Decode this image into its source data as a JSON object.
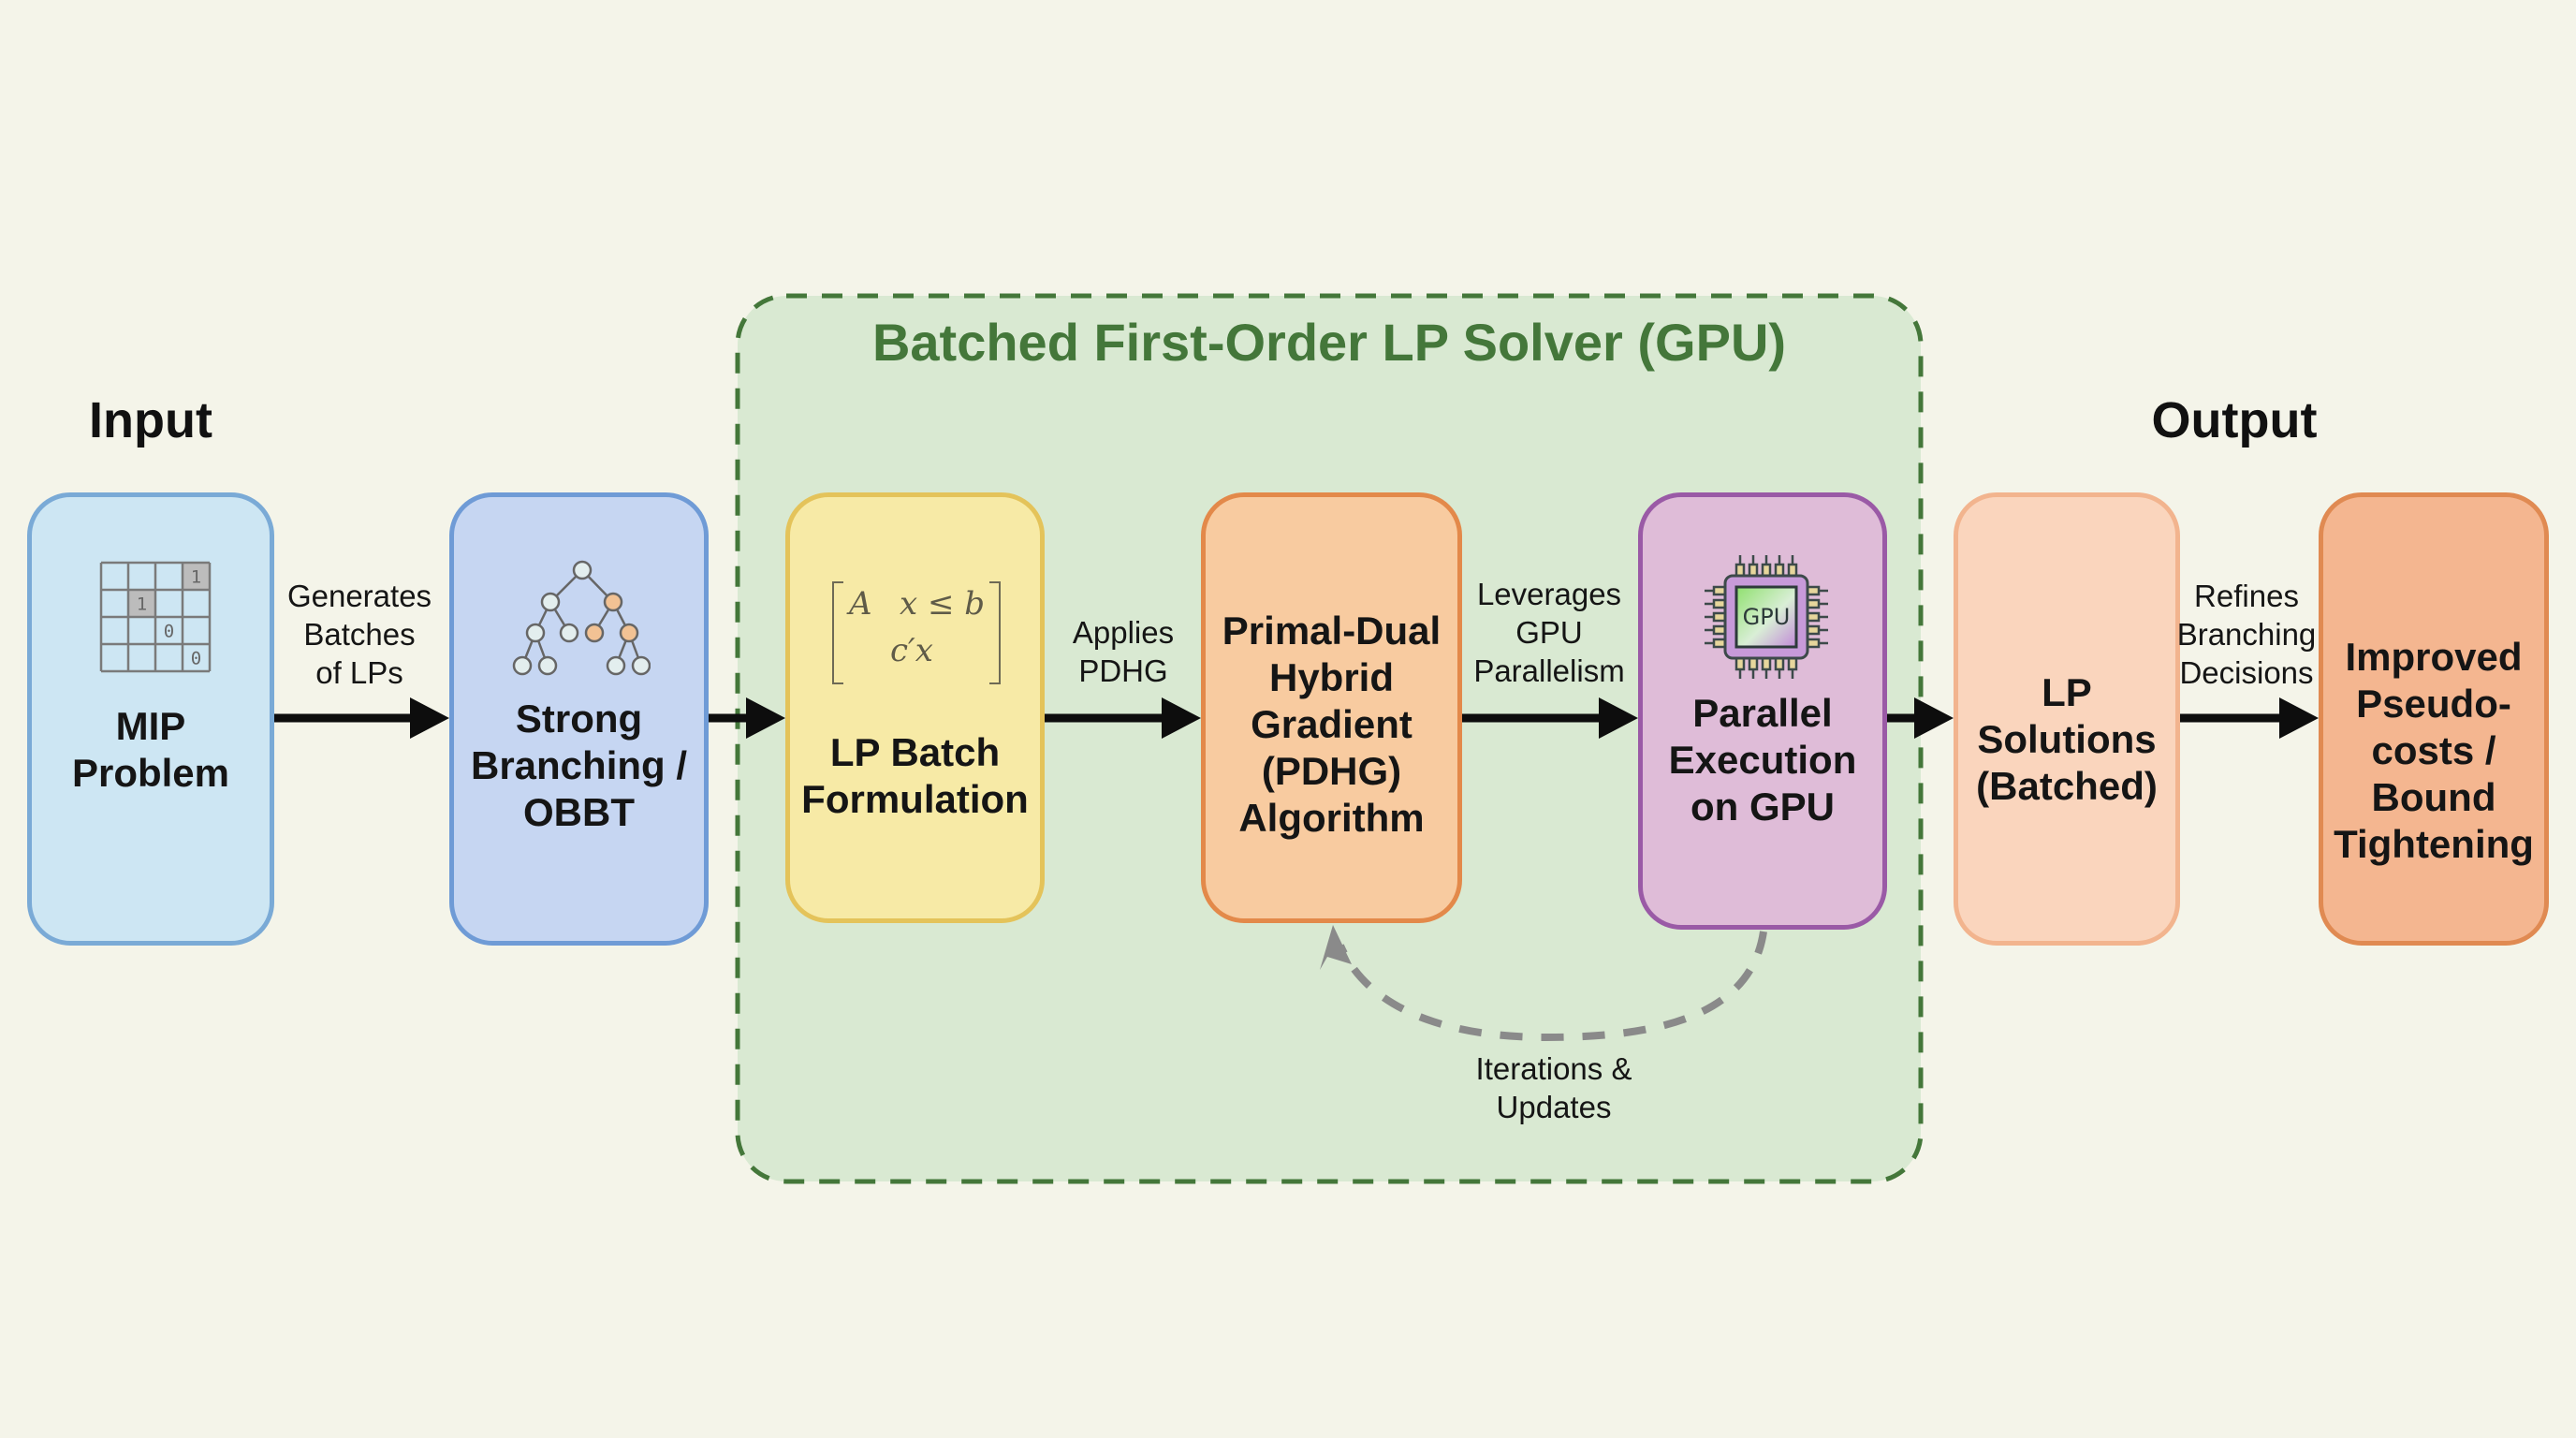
{
  "labels": {
    "input": "Input",
    "output": "Output",
    "container_title": "Batched First-Order LP Solver (GPU)"
  },
  "nodes": [
    {
      "id": "mip",
      "text": "MIP\nProblem",
      "icon": "matrix-grid-icon",
      "fill": "#cde6f3",
      "stroke": "#7aaad6"
    },
    {
      "id": "strong",
      "text": "Strong\nBranching /\nOBBT",
      "icon": "tree-icon",
      "fill": "#c6d6f2",
      "stroke": "#6f9bd6"
    },
    {
      "id": "lpbatch",
      "text": "LP Batch\nFormulation",
      "icon": "formula-icon",
      "fill": "#f7eaa6",
      "stroke": "#e4c35a"
    },
    {
      "id": "pdhg",
      "text": "Primal-Dual\nHybrid\nGradient\n(PDHG)\nAlgorithm",
      "fill": "#f8cba0",
      "stroke": "#e3894a"
    },
    {
      "id": "parallel",
      "text": "Parallel\nExecution\non GPU",
      "icon": "gpu-chip-icon",
      "fill": "#dfbcd8",
      "stroke": "#9a5aa6"
    },
    {
      "id": "lpsol",
      "text": "LP\nSolutions\n(Batched)",
      "fill": "#fad5bd",
      "stroke": "#f2b48e"
    },
    {
      "id": "improved",
      "text": "Improved\nPseudo-\ncosts /\nBound\nTightening",
      "fill": "#f4b690",
      "stroke": "#e08a52"
    }
  ],
  "edges": [
    {
      "from": "mip",
      "to": "strong",
      "label": "Generates\nBatches\nof LPs"
    },
    {
      "from": "strong",
      "to": "lpbatch",
      "label": ""
    },
    {
      "from": "lpbatch",
      "to": "pdhg",
      "label": "Applies\nPDHG"
    },
    {
      "from": "pdhg",
      "to": "parallel",
      "label": "Leverages\nGPU\nParallelism"
    },
    {
      "from": "parallel",
      "to": "lpsol",
      "label": ""
    },
    {
      "from": "lpsol",
      "to": "improved",
      "label": "Refines\nBranching\nDecisions"
    },
    {
      "from": "parallel",
      "to": "pdhg",
      "label": "Iterations &\nUpdates",
      "style": "dashed-feedback"
    }
  ],
  "icons": {
    "matrix": {
      "rows": 4,
      "cols": 4,
      "cells": [
        {
          "row": 0,
          "col": 3,
          "value": "1",
          "shaded": true
        },
        {
          "row": 1,
          "col": 1,
          "value": "1",
          "shaded": true
        },
        {
          "row": 2,
          "col": 2,
          "value": "0",
          "shaded": false
        },
        {
          "row": 3,
          "col": 3,
          "value": "0",
          "shaded": false
        }
      ]
    },
    "formula": {
      "line1_left": "A",
      "line1_right": "x ≤ b",
      "line2": "c′x"
    },
    "gpu_chip": {
      "label": "GPU"
    }
  },
  "colors": {
    "background": "#f4f4e9",
    "container_fill": "#d9e9d2",
    "container_border": "#44773a",
    "arrow": "#0d0d0d",
    "feedback_arrow": "#8a8a8a"
  }
}
